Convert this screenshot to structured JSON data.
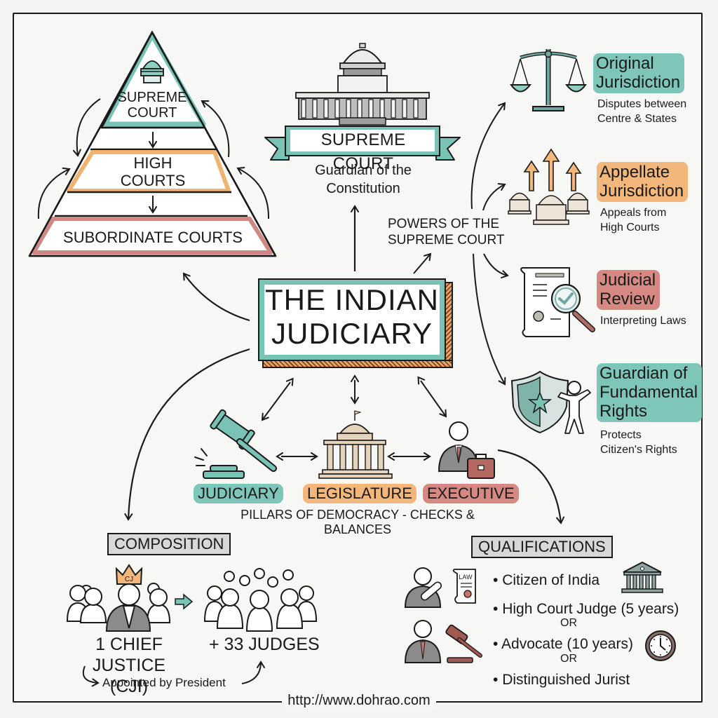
{
  "title": "THE INDIAN JUDICIARY",
  "title_lines": [
    "THE INDIAN",
    "JUDICIARY"
  ],
  "colors": {
    "teal": "#7fc6ba",
    "orange": "#f3b77b",
    "red": "#d58982",
    "grey_header": "#d8d8d8",
    "ink": "#1a1a1a"
  },
  "hierarchy": {
    "levels": [
      {
        "label_lines": [
          "SUPREME",
          "COURT"
        ],
        "color": "teal"
      },
      {
        "label_lines": [
          "HIGH",
          "COURTS"
        ],
        "color": "orange"
      },
      {
        "label_lines": [
          "SUBORDINATE COURTS"
        ],
        "color": "red"
      }
    ]
  },
  "supreme_court": {
    "banner": "SUPREME COURT",
    "caption_lines": [
      "Guardian of the",
      "Constitution"
    ]
  },
  "powers": {
    "label_lines": [
      "POWERS OF THE",
      "SUPREME COURT"
    ],
    "items": [
      {
        "title_lines": [
          "Original",
          "Jurisdiction"
        ],
        "desc_lines": [
          "Disputes between",
          "Centre & States"
        ],
        "color": "teal",
        "icon": "scales-of-justice-icon"
      },
      {
        "title_lines": [
          "Appellate",
          "Jurisdiction"
        ],
        "desc_lines": [
          "Appeals from",
          "High Courts"
        ],
        "color": "orange",
        "icon": "appeal-courts-icon"
      },
      {
        "title_lines": [
          "Judicial",
          "Review"
        ],
        "desc_lines": [
          "Interpreting Laws"
        ],
        "color": "red",
        "icon": "document-magnifier-icon"
      },
      {
        "title_lines": [
          "Guardian of",
          "Fundamental",
          "Rights"
        ],
        "desc_lines": [
          "Protects",
          "Citizen's Rights"
        ],
        "color": "teal",
        "icon": "shield-person-icon"
      }
    ]
  },
  "pillars": {
    "items": [
      {
        "label": "JUDICIARY",
        "color": "teal",
        "icon": "gavel-icon"
      },
      {
        "label": "LEGISLATURE",
        "color": "orange",
        "icon": "parliament-icon"
      },
      {
        "label": "EXECUTIVE",
        "color": "red",
        "icon": "executive-person-icon"
      }
    ],
    "caption": "PILLARS OF DEMOCRACY - CHECKS & BALANCES"
  },
  "composition": {
    "header": "COMPOSITION",
    "crown_text": "CJ",
    "chief_lines": [
      "1 CHIEF JUSTICE",
      "(CJI)"
    ],
    "judges": "+ 33 JUDGES",
    "appointed": "Appointed by President"
  },
  "qualifications": {
    "header": "QUALIFICATIONS",
    "law_doc_text": "LAW",
    "items": [
      "Citizen of India",
      "High Court Judge (5 years)",
      "Advocate (10 years)",
      "Distinguished Jurist"
    ],
    "separator": "OR"
  },
  "footer": {
    "url": "http://www.dohrao.com"
  }
}
